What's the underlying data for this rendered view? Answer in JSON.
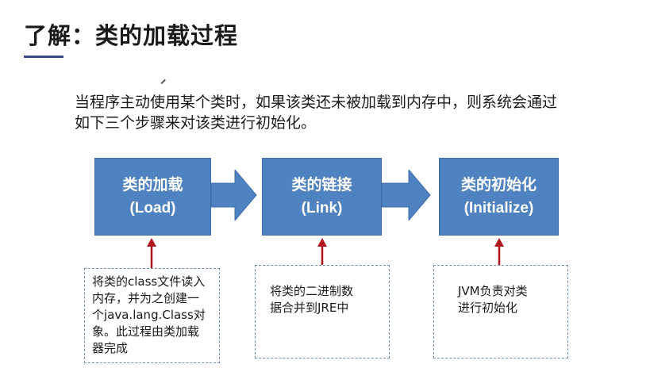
{
  "slide": {
    "title": "了解：类的加载过程",
    "intro_line1": "当程序主动使用某个类时，如果该类还未被加载到内存中，则系统会通过",
    "intro_line2": "如下三个步骤来对该类进行初始化。"
  },
  "steps": [
    {
      "name_cn": "类的加载",
      "name_en": "(Load)",
      "note": "将类的class文件读入\n内存，并为之创建一\n个java.lang.Class对\n象。此过程由类加载\n器完成"
    },
    {
      "name_cn": "类的链接",
      "name_en": "(Link)",
      "note": "将类的二进制数\n据合并到JRE中"
    },
    {
      "name_cn": "类的初始化",
      "name_en": "(Initialize)",
      "note": "JVM负责对类\n进行初始化"
    }
  ],
  "colors": {
    "box_fill": "#4f82c0",
    "arrow_fill": "#4f82c0",
    "connector_red": "#b0141c",
    "title_accent": "#3a4a8a"
  }
}
